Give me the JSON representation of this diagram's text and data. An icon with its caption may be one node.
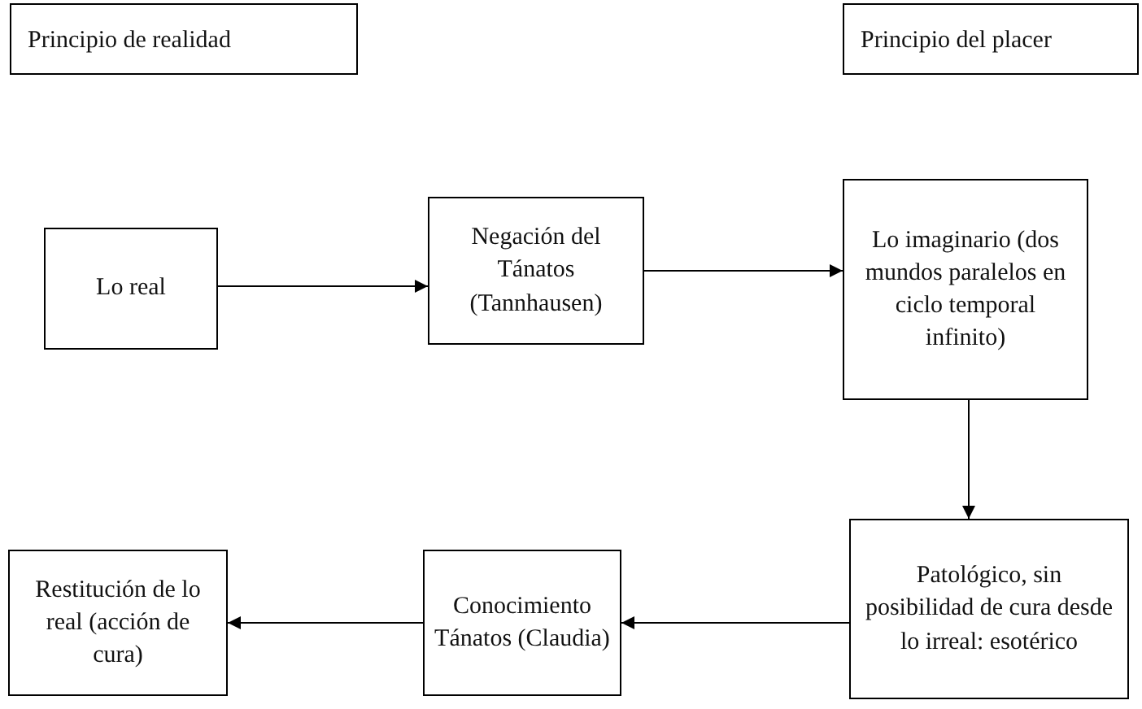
{
  "diagram": {
    "nodes": [
      {
        "text": [
          "Principio de realidad"
        ]
      },
      {
        "text": [
          "Principio del placer"
        ]
      },
      {
        "text": [
          "Lo real"
        ]
      },
      {
        "text": [
          "Negación del Tánatos (Tannhausen)"
        ]
      },
      {
        "text": [
          "Lo imaginario (dos mundos paralelos en ciclo temporal infinito)"
        ]
      },
      {
        "text": [
          "Patológico, sin posibilidad de cura desde lo irreal: esotérico"
        ]
      },
      {
        "text": [
          "Conocimiento Tánatos (Claudia)"
        ]
      },
      {
        "text": [
          "Restitución de lo real (acción de cura)"
        ]
      }
    ],
    "edges": [
      {
        "from": 2,
        "to": 3,
        "arrow": "to"
      },
      {
        "from": 3,
        "to": 4,
        "arrow": "to"
      },
      {
        "from": 4,
        "to": 5,
        "arrow": "to"
      },
      {
        "from": 5,
        "to": 6,
        "arrow": "to"
      },
      {
        "from": 6,
        "to": 7,
        "arrow": "to"
      }
    ]
  }
}
